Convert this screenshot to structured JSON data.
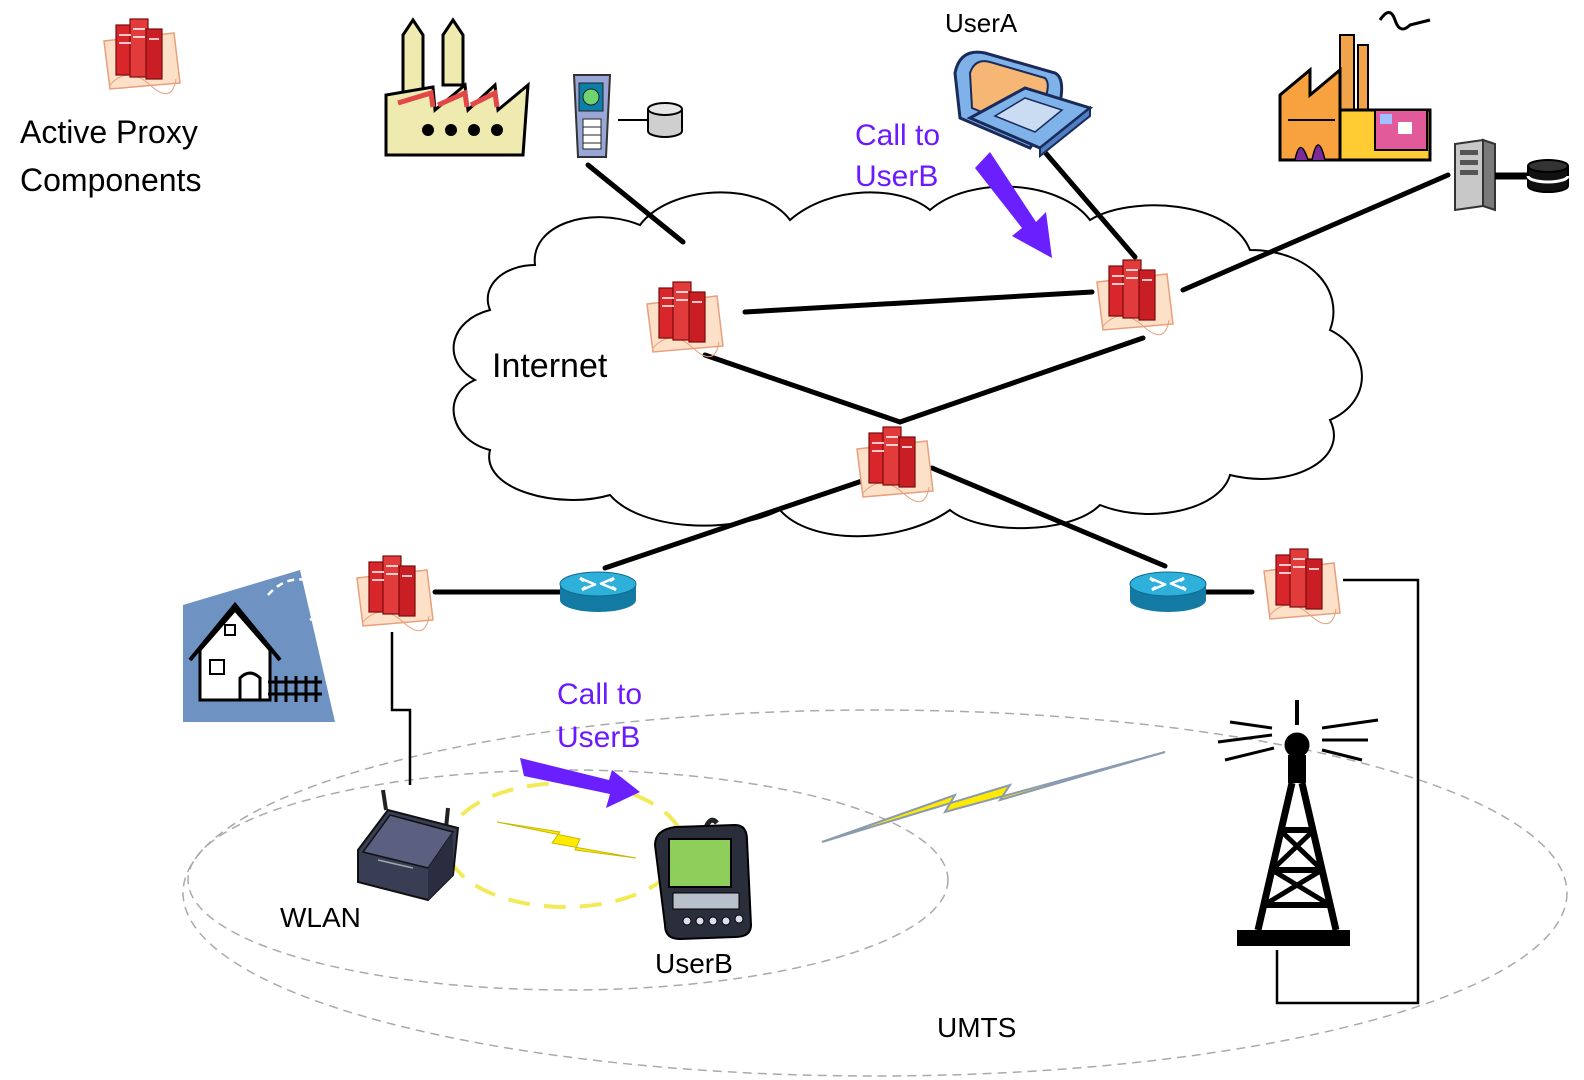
{
  "legend": {
    "label_line1": "Active Proxy",
    "label_line2": "Components"
  },
  "labels": {
    "user_a": "UserA",
    "user_b": "UserB",
    "internet": "Internet",
    "wlan": "WLAN",
    "umts": "UMTS"
  },
  "calls": {
    "top": {
      "line1": "Call to",
      "line2": "UserB"
    },
    "bottom": {
      "line1": "Call to",
      "line2": "UserB"
    }
  },
  "colors": {
    "call_text": "#6b1aff",
    "call_arrow": "#6a1fff",
    "proxy_red": "#d9262a",
    "router_blue": "#1a9bc9",
    "lightning": "#ffea00",
    "house_bg": "#6e92c2",
    "laptop_screen": "#f7b774",
    "laptop_body": "#7fb2e8"
  },
  "icons": [
    "proxy-icon",
    "factory-icon",
    "pda-server-icon",
    "database-icon",
    "laptop-icon",
    "industrial-plant-icon",
    "tower-server-icon",
    "router-icon",
    "house-icon",
    "wlan-access-point-icon",
    "pda-icon",
    "cell-tower-icon",
    "lightning-icon",
    "cloud-icon"
  ]
}
